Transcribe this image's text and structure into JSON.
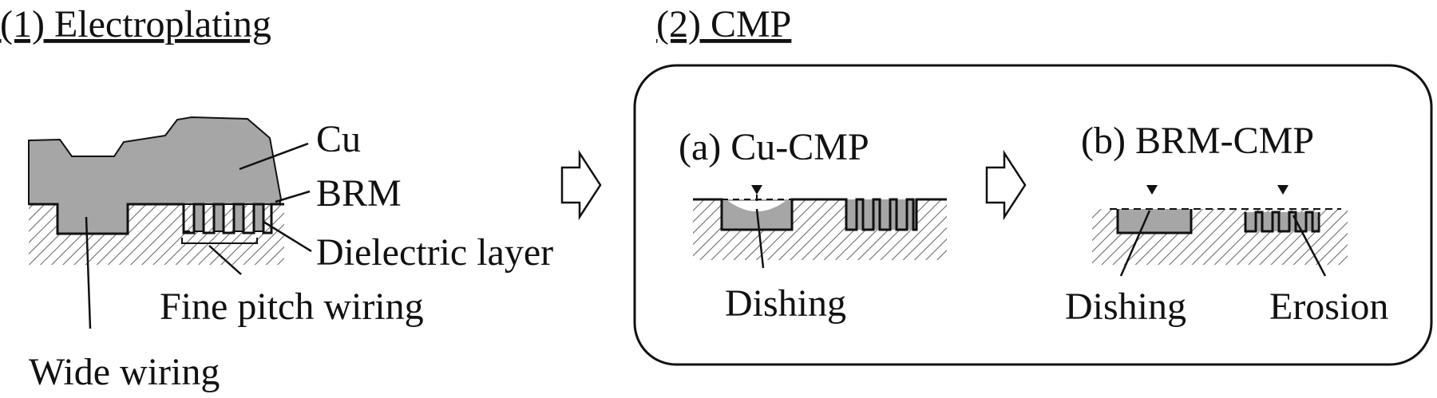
{
  "panel1": {
    "title": "(1) Electroplating",
    "labels": {
      "cu": "Cu",
      "brm": "BRM",
      "dielectric": "Dielectric layer",
      "fine_pitch": "Fine pitch wiring",
      "wide": "Wide wiring"
    }
  },
  "panel2": {
    "title": "(2) CMP",
    "sub_a": {
      "title": "(a) Cu-CMP",
      "labels": {
        "dishing": "Dishing"
      }
    },
    "sub_b": {
      "title": "(b) BRM-CMP",
      "labels": {
        "dishing": "Dishing",
        "erosion": "Erosion"
      }
    }
  },
  "colors": {
    "copper_fill": "#a6a6a6",
    "copper_light": "#d8d8d8",
    "hatch": "#6e6e6e",
    "line": "#111111"
  }
}
